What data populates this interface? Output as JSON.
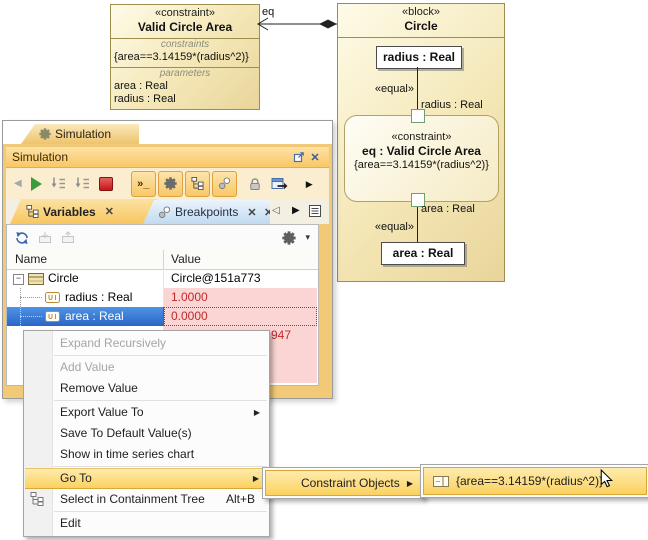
{
  "icons": {
    "close": "✕",
    "dropdown_arrow": "▾",
    "submenu_arrow": "▶",
    "nav_prev": "◁",
    "nav_next": "▶",
    "toolbar_prev": "◀",
    "toolbar_more": "▶",
    "console": "»_",
    "expander_collapsed": "−"
  },
  "diagram": {
    "constraint_block": {
      "stereotype": "«constraint»",
      "name": "Valid Circle Area",
      "constraints_label": "constraints",
      "constraint_expr": "{area==3.14159*(radius^2)}",
      "parameters_label": "parameters",
      "param_area": "area : Real",
      "param_radius": "radius : Real"
    },
    "connector": {
      "label": "eq"
    },
    "block": {
      "stereotype": "«block»",
      "name": "Circle",
      "radius_part": "radius : Real",
      "equal_top": "«equal»",
      "binding_top_label": "radius : Real",
      "constraint_property": {
        "stereotype": "«constraint»",
        "name": "eq : Valid Circle Area",
        "expr": "{area==3.14159*(radius^2)}"
      },
      "binding_bottom_label": "area : Real",
      "equal_bottom": "«equal»",
      "area_part": "area : Real"
    }
  },
  "window": {
    "dock_tab_label": "Simulation",
    "title": "Simulation",
    "tabs": {
      "variables": "Variables",
      "breakpoints": "Breakpoints"
    }
  },
  "variables_table": {
    "columns": {
      "name": "Name",
      "value": "Value"
    },
    "rows": [
      {
        "name": "Circle",
        "value": "Circle@151a773"
      },
      {
        "name": "radius : Real",
        "value": "1.0000"
      },
      {
        "name": "area : Real",
        "value": "0.0000"
      },
      {
        "name": "",
        "value": "947"
      }
    ]
  },
  "context_menu": {
    "items": [
      {
        "label": "Expand Recursively",
        "enabled": false
      },
      {
        "label": "Add Value",
        "enabled": false
      },
      {
        "label": "Remove Value",
        "enabled": true
      },
      {
        "label": "Export Value To",
        "enabled": true,
        "has_submenu": true
      },
      {
        "label": "Save To Default Value(s)",
        "enabled": true
      },
      {
        "label": "Show in time series chart",
        "enabled": true
      },
      {
        "label": "Go To",
        "enabled": true,
        "has_submenu": true,
        "highlighted": true
      },
      {
        "label": "Select in Containment Tree",
        "enabled": true,
        "shortcut": "Alt+B"
      },
      {
        "label": "Edit",
        "enabled": true
      }
    ]
  },
  "go_to_submenu": {
    "label": "Constraint Objects"
  },
  "constraint_objects_submenu": {
    "label": "{area==3.14159*(radius^2)}"
  },
  "colors": {
    "selection_blue": "#3D7FD6",
    "error_value_bg": "#FBD4D4",
    "error_value_text": "#C32B2B",
    "menu_highlight_border": "#D9A638",
    "panel_frame": "#F2CA77",
    "diagram_fill": "#F4E7B6"
  }
}
